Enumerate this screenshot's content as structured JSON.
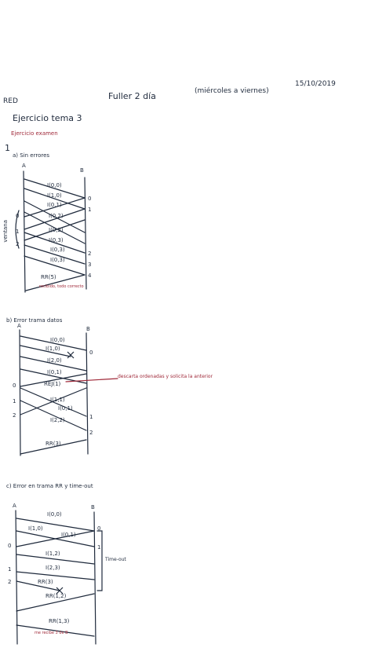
{
  "header": {
    "title": "Fuller 2 día",
    "subtitle": "(miércoles a viernes)",
    "date": "15/10/2019",
    "course": "RED"
  },
  "section": {
    "title": "Ejercicio tema 3",
    "note": "Ejercicio examen",
    "number": "1"
  },
  "part_a": {
    "label": "a) Sin errores",
    "station_a": "A",
    "station_b": "B",
    "frames": [
      "I(0,0)",
      "I(1,0)",
      "I(0,1)",
      "I(0,2)",
      "I(0,2)",
      "I(0,3)",
      "I(0,3)",
      "I(0,3)"
    ],
    "rr": "RR(5)",
    "left_nums": [
      "0",
      "1",
      "2"
    ],
    "right_nums": [
      "0",
      "1",
      "2",
      "3",
      "4"
    ],
    "side_note": "ventana",
    "foot_note": "recibido, todo correcto"
  },
  "part_b": {
    "label": "b) Error trama datos",
    "station_a": "A",
    "station_b": "B",
    "frames": [
      "I(0,0)",
      "I(1,0)",
      "I(2,0)",
      "I(0,1)",
      "REJ(1)",
      "I(1,1)",
      "I(0,1)",
      "I(2,2)"
    ],
    "rr": "RR(3)",
    "annotation": "descarta ordenadas y solicita la anterior",
    "left_nums": [
      "0",
      "1",
      "2"
    ],
    "right_nums": [
      "0",
      "1",
      "2"
    ]
  },
  "part_c": {
    "label": "c) Error en trama RR y time-out",
    "station_a": "A",
    "station_b": "B",
    "frames": [
      "I(0,0)",
      "I(1,0)",
      "I(0,1)",
      "I(1,2)",
      "I(2,3)",
      "RR(3)",
      "RR(1,2)",
      "RR(1,3)"
    ],
    "timeout": "Time-out",
    "left_nums": [
      "0",
      "1",
      "2"
    ],
    "right_nums": [
      "0",
      "1"
    ],
    "foot_note": "me recibe 3 de B"
  }
}
